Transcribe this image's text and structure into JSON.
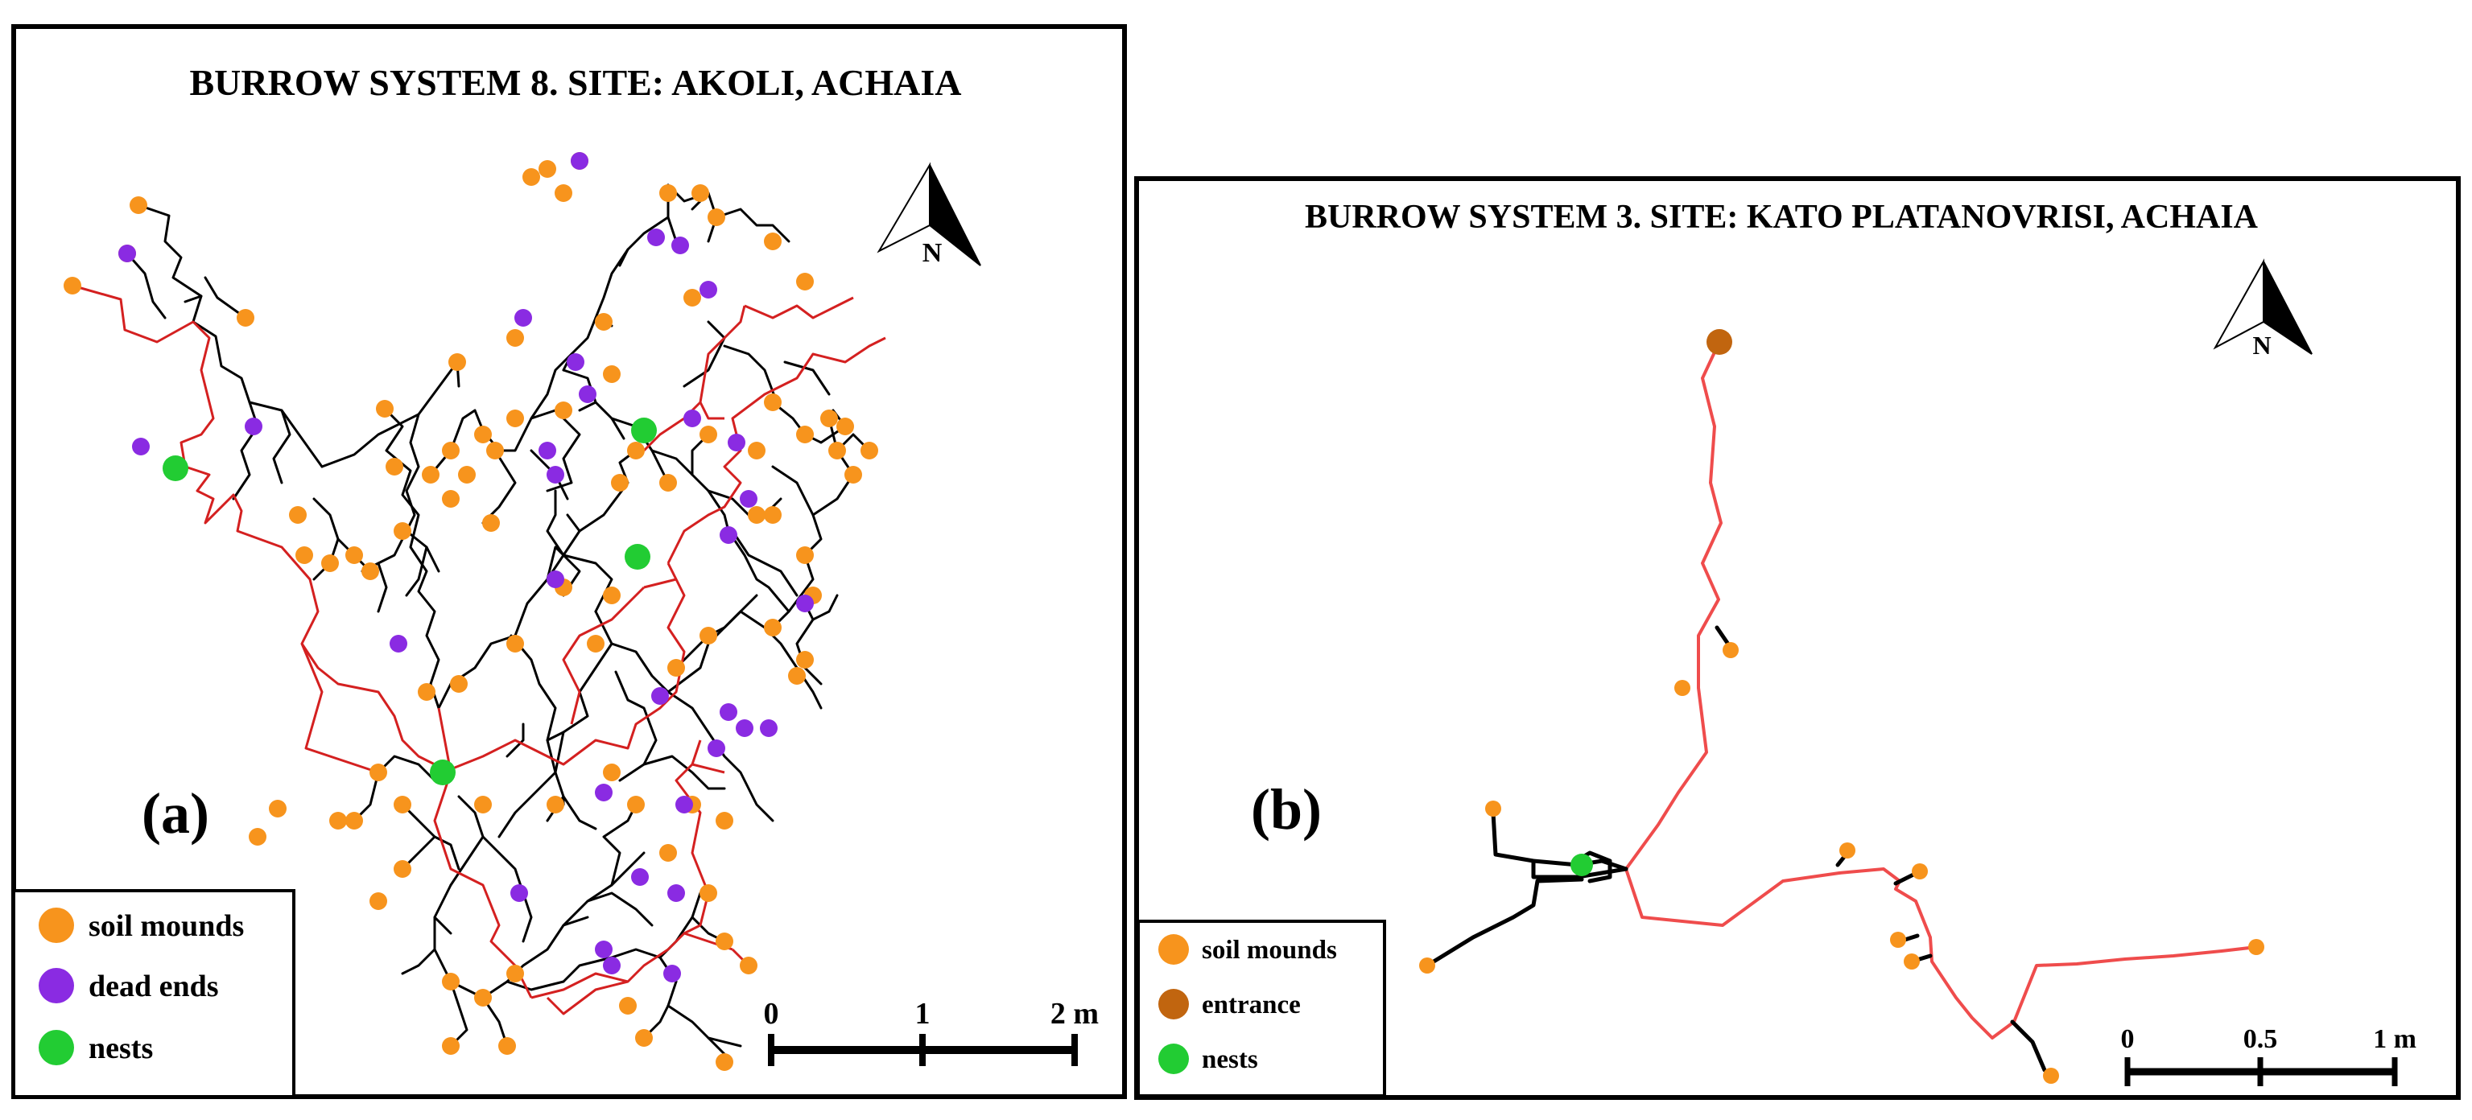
{
  "colors": {
    "soil_mound": "#f7941d",
    "dead_end": "#8a2be2",
    "nest": "#22cc33",
    "entrance": "#c1650f",
    "main_tunnel_a": "#d42020",
    "main_tunnel_b": "#ef4c4c",
    "side_tunnel": "#000000"
  },
  "panel_a": {
    "title": "BURROW SYSTEM 8. SITE: AKOLI, ACHAIA",
    "letter": "(a)",
    "north": "N",
    "legend": {
      "soil_mounds": "soil mounds",
      "dead_ends": "dead ends",
      "nests": "nests"
    },
    "scale": {
      "t0": "0",
      "t1": "1",
      "t2": "2 m"
    }
  },
  "panel_b": {
    "title": "BURROW SYSTEM 3. SITE: KATO PLATANOVRISI, ACHAIA",
    "letter": "(b)",
    "north": "N",
    "legend": {
      "soil_mounds": "soil mounds",
      "entrance": "entrance",
      "nests": "nests"
    },
    "scale": {
      "t0": "0",
      "t1": "0.5",
      "t2": "1 m"
    }
  }
}
